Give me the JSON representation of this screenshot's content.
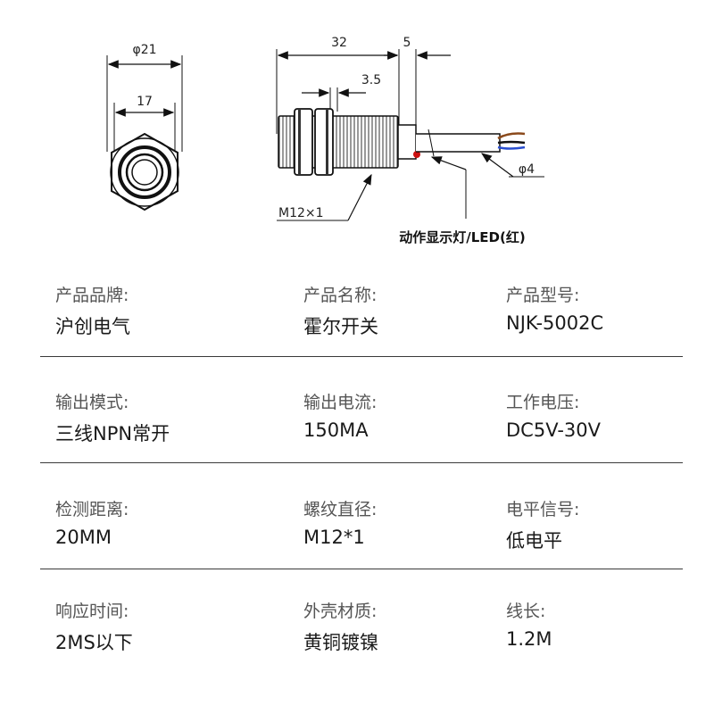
{
  "drawing": {
    "dim_diameter": "φ21",
    "dim_hex": "17",
    "dim_length": "32",
    "dim_tail": "5",
    "dim_nut": "3.5",
    "dim_cable": "φ4",
    "thread_label": "M12×1",
    "led_label": "动作显示灯/LED(红)",
    "colors": {
      "led": "#cc1111",
      "wire_brown": "#8b4a1c",
      "wire_blue": "#2a4fd0",
      "wire_black": "#111111"
    }
  },
  "specs": [
    [
      {
        "label": "产品品牌:",
        "value": "沪创电气"
      },
      {
        "label": "产品名称:",
        "value": "霍尔开关"
      },
      {
        "label": "产品型号:",
        "value": "NJK-5002C"
      }
    ],
    [
      {
        "label": "输出模式:",
        "value": "三线NPN常开"
      },
      {
        "label": "输出电流:",
        "value": "150MA"
      },
      {
        "label": "工作电压:",
        "value": "DC5V-30V"
      }
    ],
    [
      {
        "label": "检测距离:",
        "value": "20MM"
      },
      {
        "label": "螺纹直径:",
        "value": "M12*1"
      },
      {
        "label": "电平信号:",
        "value": "低电平"
      }
    ],
    [
      {
        "label": "响应时间:",
        "value": "2MS以下"
      },
      {
        "label": "外壳材质:",
        "value": "黄铜镀镍"
      },
      {
        "label": "线长:",
        "value": "1.2M"
      }
    ]
  ]
}
